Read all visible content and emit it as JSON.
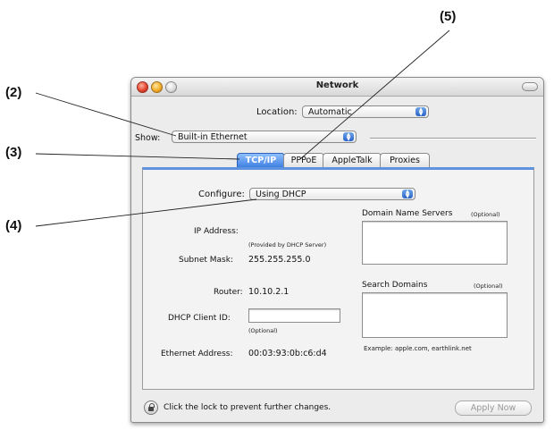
{
  "callouts": {
    "c2": "(2)",
    "c3": "(3)",
    "c4": "(4)",
    "c5": "(5)"
  },
  "window": {
    "title": "Network",
    "location_label": "Location:",
    "location_value": "Automatic",
    "show_label": "Show:",
    "show_value": "Built-in Ethernet"
  },
  "tabs": [
    {
      "label": "TCP/IP",
      "active": true
    },
    {
      "label": "PPPoE",
      "active": false
    },
    {
      "label": "AppleTalk",
      "active": false
    },
    {
      "label": "Proxies",
      "active": false
    }
  ],
  "tcpip": {
    "configure_label": "Configure:",
    "configure_value": "Using DHCP",
    "ip_label": "IP Address:",
    "ip_note": "(Provided by DHCP Server)",
    "subnet_label": "Subnet Mask:",
    "subnet_value": "255.255.255.0",
    "router_label": "Router:",
    "router_value": "10.10.2.1",
    "client_id_label": "DHCP Client ID:",
    "client_id_value": "",
    "client_id_note": "(Optional)",
    "ethernet_label": "Ethernet Address:",
    "ethernet_value": "00:03:93:0b:c6:d4",
    "dns_label": "Domain Name Servers",
    "dns_optional": "(Optional)",
    "search_label": "Search Domains",
    "search_optional": "(Optional)",
    "example": "Example: apple.com, earthlink.net"
  },
  "footer": {
    "lock_text": "Click the lock to prevent further changes.",
    "apply_label": "Apply Now"
  },
  "colors": {
    "accent": "#3b7ce0",
    "window_bg": "#ececec"
  }
}
